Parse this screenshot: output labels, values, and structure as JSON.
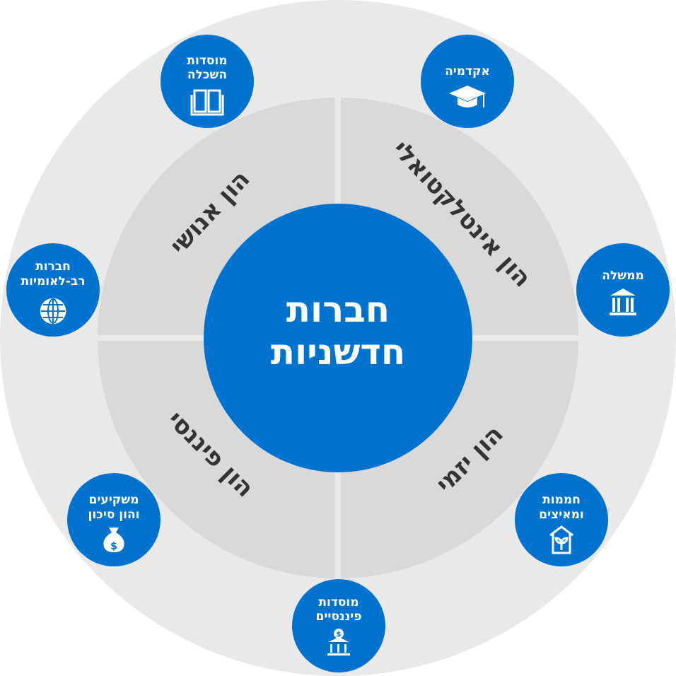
{
  "colors": {
    "outer_ring": "#e9e9e9",
    "quadrant": "#d9d9d9",
    "blue": "#0073cf",
    "quad_text": "#333333"
  },
  "center": {
    "line1": "חברות",
    "line2": "חדשניות"
  },
  "quadrants": {
    "top_left": "הון אנושי",
    "top_right": "הון אינטלקטואלי",
    "bottom_right": "הון יזמי",
    "bottom_left": "הון פיננסי"
  },
  "nodes": {
    "higher_education": {
      "line1": "מוסדות",
      "line2": "השכלה",
      "icon": "book-icon"
    },
    "academia": {
      "line1": "אקדמיה",
      "icon": "graduation-cap-icon"
    },
    "government": {
      "line1": "ממשלה",
      "icon": "government-building-icon"
    },
    "incubators": {
      "line1": "חממות",
      "line2": "ומאיצים",
      "icon": "sprout-house-icon"
    },
    "financial": {
      "line1": "מוסדות",
      "line2": "פיננסיים",
      "icon": "bank-dollar-icon"
    },
    "investors": {
      "line1": "משקיעים",
      "line2": "והון סיכון",
      "icon": "money-bag-icon"
    },
    "multinationals": {
      "line1": "חברות",
      "line2": "רב-לאומיות",
      "icon": "globe-icon"
    }
  }
}
